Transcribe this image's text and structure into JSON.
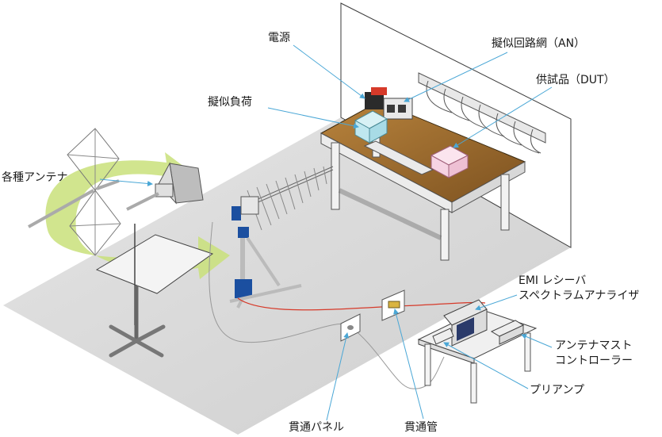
{
  "labels": {
    "power_supply": "電源",
    "lisn": "擬似回路網（AN）",
    "dut": "供試品（DUT）",
    "dummy_load": "擬似負荷",
    "antennas": "各種アンテナ",
    "emi_receiver_line1": "EMI レシーバ",
    "emi_receiver_line2": "スペクトラムアナライザ",
    "mast_controller_line1": "アンテナマスト",
    "mast_controller_line2": "コントローラー",
    "preamp": "プリアンプ",
    "feedthrough_panel": "貫通パネル",
    "feedthrough_pipe": "貫通管"
  },
  "colors": {
    "floor": "#dcdcdc",
    "wall": "#ffffff",
    "table_top": "#9c6b2c",
    "leader_line": "#4aa7d6",
    "rf_cable": "#d63a2a",
    "green_arrow": "#c9e07a",
    "dummy_load_box": "#bfe7ef",
    "dut_box": "#f6d3e3"
  }
}
